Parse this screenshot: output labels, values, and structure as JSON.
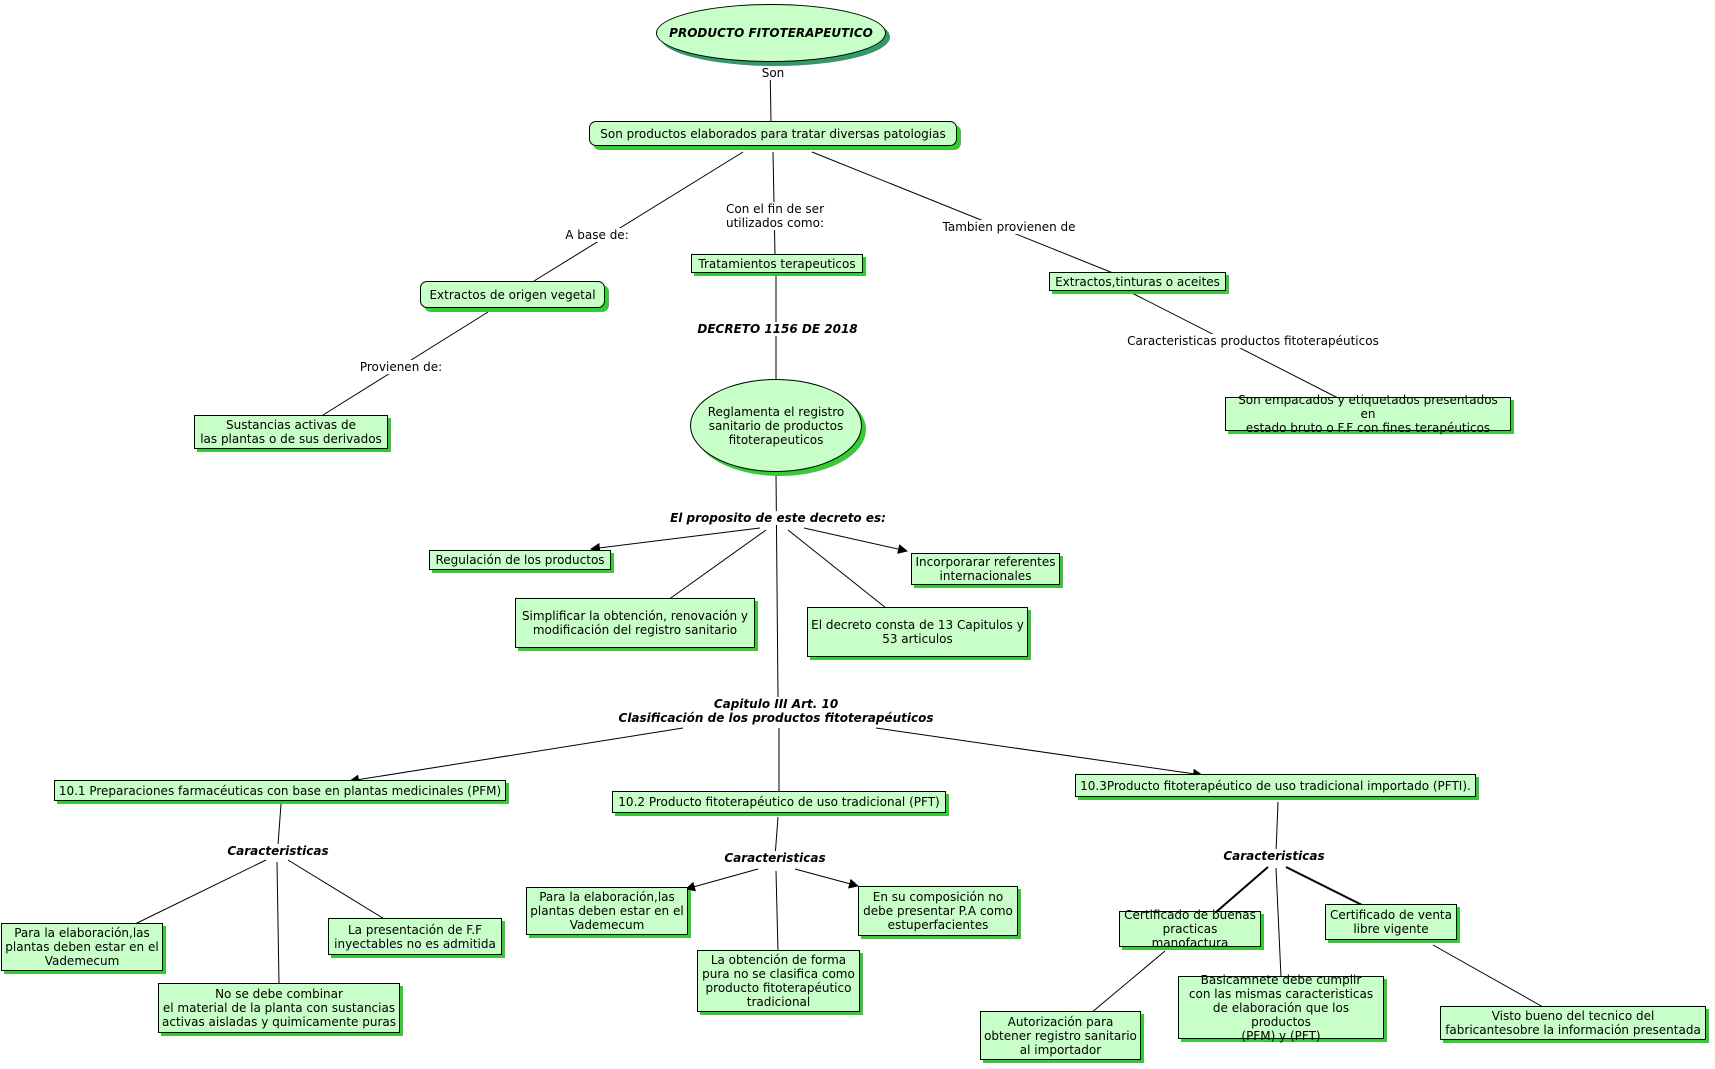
{
  "nodes": {
    "root": "PRODUCTO FITOTERAPEUTICO",
    "def": "Son productos elaborados para tratar diversas patologias",
    "extractos_vegetal": "Extractos de origen vegetal",
    "tratamientos": "Tratamientos terapeuticos",
    "extractos_tinturas": "Extractos,tinturas o aceites",
    "sustancias": "Sustancias activas de\nlas plantas o de sus derivados",
    "reglamenta": "Reglamenta el registro\nsanitario de productos\nfitoterapeuticos",
    "empacados": "Son empacados y etiquetados presentados en\nestado bruto o F.F con fines terapéuticos",
    "regulacion": "Regulación de los productos",
    "incorporar": "Incorporarar referentes\ninternacionales",
    "simplificar": "Simplificar la obtención, renovación y\nmodificación del registro sanitario",
    "consta": "El decreto consta de 13 Capitulos y\n53 articulos",
    "pfm": "10.1 Preparaciones farmacéuticas con base en plantas medicinales (PFM)",
    "pft": "10.2 Producto fitoterapéutico de uso tradicional (PFT)",
    "pfti": "10.3Producto fitoterapéutico de uso tradicional importado (PFTI).",
    "pfm_vademecum": "Para la elaboración,las\nplantas deben estar en el\nVademecum",
    "pfm_combinar": "No se debe  combinar\nel material de la planta con sustancias\nactivas aisladas y quimicamente puras",
    "pfm_inyectables": "La presentación de F.F\ninyectables no es admitida",
    "pft_vademecum": "Para la elaboración,las\nplantas deben estar en el\nVademecum",
    "pft_forma": "La obtención de forma\npura no se clasifica como\nproducto fitoterapéutico\ntradicional",
    "pft_composicion": "En su composición no\ndebe presentar P.A como\nestuperfacientes",
    "pfti_bpm": "Certificado de buenas\npracticas manofactura",
    "pfti_venta": "Certificado de venta\nlibre vigente",
    "pfti_cumplir": "Basicamnete debe cumplir\ncon las mismas caracteristicas\nde elaboración que los productos\n(PFM) y (PFT)",
    "pfti_autorizacion": "Autorización para\nobtener registro sanitario\nal importador",
    "pfti_visto": "Visto bueno del tecnico del\nfabricantesobre la información presentada"
  },
  "labels": {
    "son": "Son",
    "a_base": "A base de:",
    "con_fin": "Con el fin de ser\nutilizados como:",
    "tambien": "Tambien provienen de",
    "decreto": "DECRETO 1156 DE 2018",
    "provienen": "Provienen de:",
    "caract_fito": "Caracteristicas productos fitoterapéuticos",
    "proposito": "El proposito de este decreto es:",
    "capitulo": "Capitulo III Art. 10\nClasificación de los productos fitoterapéuticos",
    "caract_pfm": "Caracteristicas",
    "caract_pft": "Caracteristicas",
    "caract_pfti": "Caracteristicas"
  },
  "colors": {
    "node_fill": "#c8ffc8",
    "node_shadow": "#33cc33",
    "line": "#000000"
  }
}
